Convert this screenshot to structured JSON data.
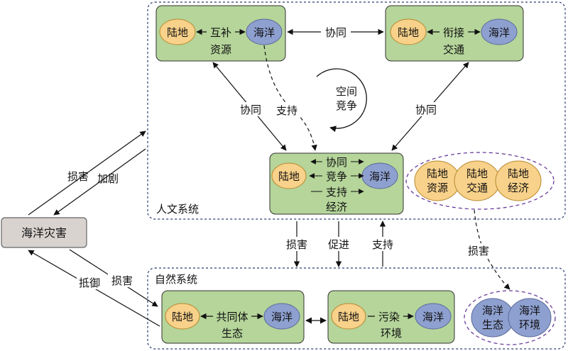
{
  "colors": {
    "green_box": "#b5d59a",
    "orange": "#f8d18a",
    "blue": "#8ea0d0",
    "disaster": "#d9d3d0",
    "purple_dash": "#6a3d9a",
    "dash_border": "#2c3e70"
  },
  "disaster": {
    "label": "海洋灾害"
  },
  "human_system": {
    "title": "人文系统",
    "resource": {
      "left": "陆地",
      "right": "海洋",
      "relation": "互补",
      "caption": "资源"
    },
    "transport": {
      "left": "陆地",
      "right": "海洋",
      "relation": "衔接",
      "caption": "交通"
    },
    "economy": {
      "left": "陆地",
      "right": "海洋",
      "rel1": "协同",
      "rel2": "竞争",
      "rel3": "支持",
      "caption": "经济"
    },
    "top_link": "协同",
    "left_link": "协同",
    "right_link": "协同",
    "support_link": "支持",
    "space_label_1": "空间",
    "space_label_2": "竞争"
  },
  "land_group": [
    "陆地资源",
    "陆地交通",
    "陆地经济"
  ],
  "land_group_lines": [
    [
      "陆地",
      "资源"
    ],
    [
      "陆地",
      "交通"
    ],
    [
      "陆地",
      "经济"
    ]
  ],
  "natural_system": {
    "title": "自然系统",
    "ecology": {
      "left": "陆地",
      "right": "海洋",
      "relation": "共同体",
      "caption": "生态"
    },
    "environment": {
      "left": "陆地",
      "right": "海洋",
      "relation": "污染",
      "caption": "环境"
    }
  },
  "ocean_group_lines": [
    [
      "海洋",
      "生态"
    ],
    [
      "海洋",
      "环境"
    ]
  ],
  "links": {
    "damage": "损害",
    "aggravate": "加剧",
    "resist": "抵御",
    "promote": "促进",
    "support": "支持",
    "group_damage": "损害"
  }
}
